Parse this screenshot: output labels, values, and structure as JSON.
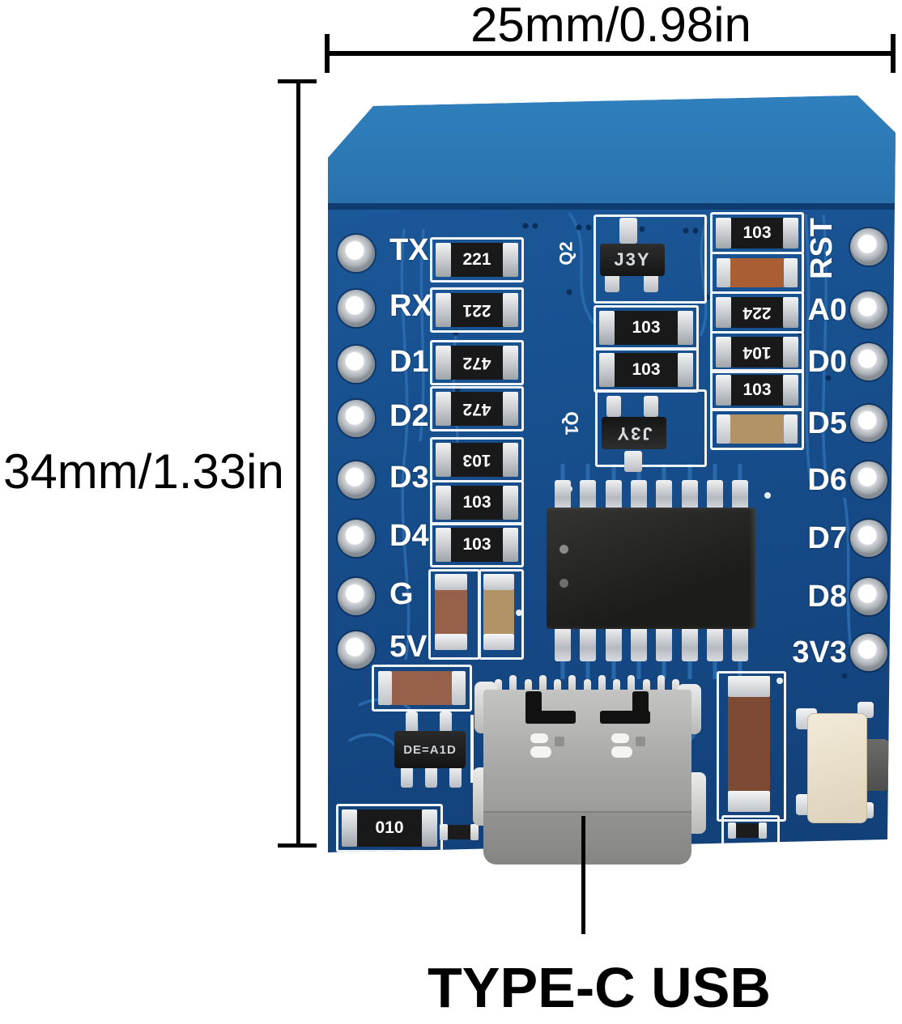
{
  "annotations": {
    "width_label": "25mm/0.98in",
    "height_label": "34mm/1.33in",
    "usb_label": "TYPE-C USB"
  },
  "board": {
    "left_pins": [
      "TX",
      "RX",
      "D1",
      "D2",
      "D3",
      "D4",
      "G",
      "5V"
    ],
    "right_pins": [
      "RST",
      "A0",
      "D0",
      "D5",
      "D6",
      "D7",
      "D8",
      "3V3"
    ],
    "left_resistor_codes": [
      "221",
      "221",
      "472",
      "472",
      "103",
      "103",
      "103"
    ],
    "middle_resistor_codes": [
      "103",
      "103"
    ],
    "right_resistor_codes": [
      "103",
      "224",
      "104",
      "103"
    ],
    "transistor_marking": "J3Y",
    "transistor_refs": [
      "Q2",
      "Q1"
    ],
    "regulator_marking": "DE=A1D",
    "zero_ohm_code": "010",
    "colors": {
      "pcb_blue": "#174e8c",
      "antenna_blue": "#2a72ad",
      "silkscreen_white": "#f2f5f8",
      "annotation_black": "#000000",
      "usb_gray": "#a8a8a6",
      "button_beige": "#e8e0ce"
    }
  }
}
